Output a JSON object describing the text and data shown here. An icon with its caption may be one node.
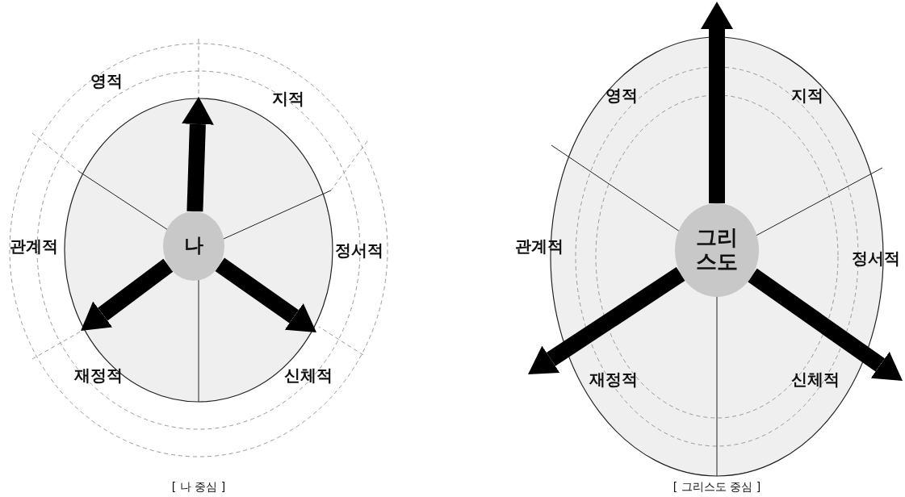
{
  "diagram": {
    "nodes": [
      {
        "text": [
          "나"
        ]
      },
      {
        "text": [
          "그리스도"
        ]
      }
    ],
    "edges": [
      {
        "from": 0,
        "to": null,
        "arrow": "to"
      },
      {
        "from": 0,
        "to": null,
        "arrow": "to"
      },
      {
        "from": 0,
        "to": null,
        "arrow": "to"
      },
      {
        "from": 1,
        "to": null,
        "arrow": "to"
      },
      {
        "from": 1,
        "to": null,
        "arrow": "to"
      },
      {
        "from": 1,
        "to": null,
        "arrow": "to"
      }
    ],
    "labels": [
      "영적",
      "지적",
      "관계적",
      "정서적",
      "재정적",
      "신체적",
      "[ 나 중심 ]",
      "영적",
      "지적",
      "관계적",
      "정서적",
      "재정적",
      "신체적",
      "[ 그리스도 중심 ]"
    ]
  }
}
